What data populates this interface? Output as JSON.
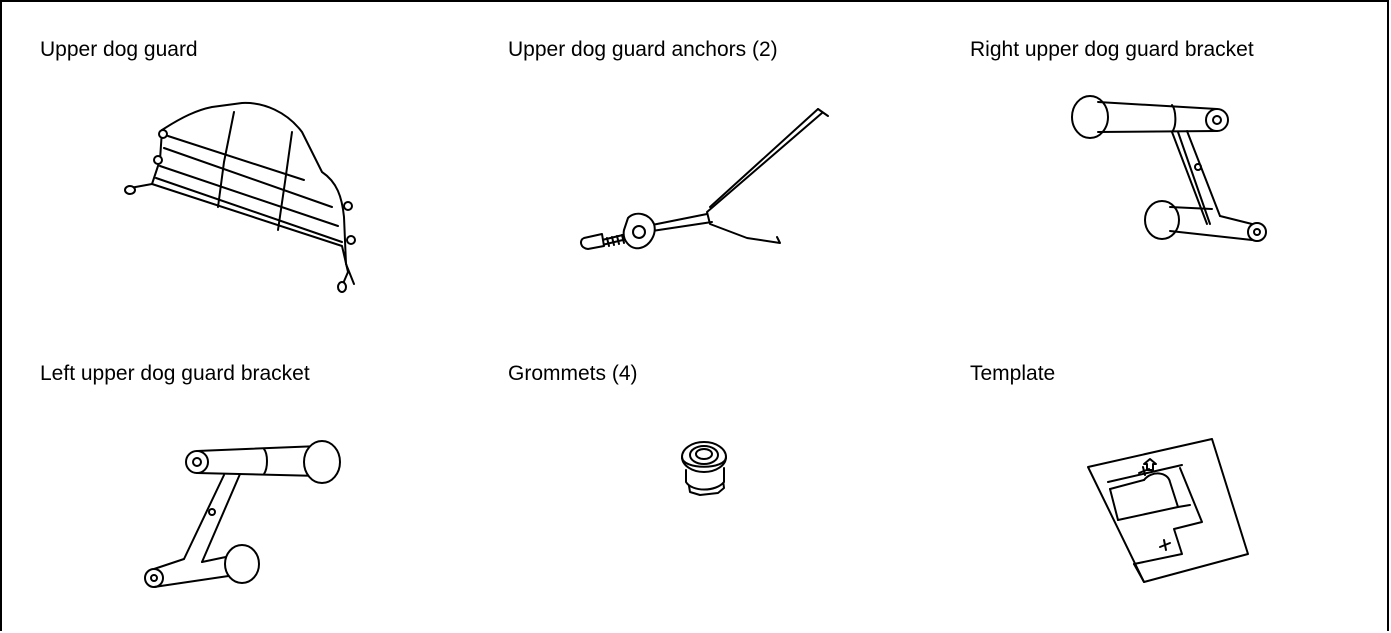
{
  "parts": [
    {
      "label": "Upper dog guard",
      "icon": "dog-guard-icon"
    },
    {
      "label": "Upper dog guard anchors  (2)",
      "icon": "anchor-icon"
    },
    {
      "label": "Right upper dog guard bracket",
      "icon": "right-bracket-icon"
    },
    {
      "label": "Left upper dog guard bracket",
      "icon": "left-bracket-icon"
    },
    {
      "label": "Grommets  (4)",
      "icon": "grommet-icon"
    },
    {
      "label": "Template",
      "icon": "template-icon"
    }
  ]
}
